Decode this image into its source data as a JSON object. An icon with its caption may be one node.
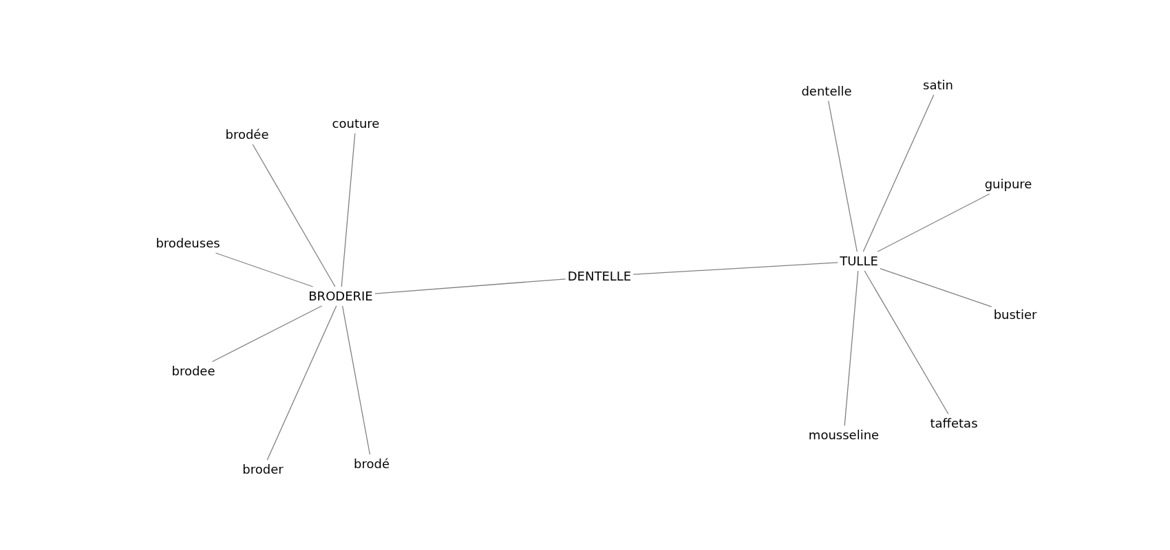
{
  "diagram": {
    "nodes": [
      {
        "text": [
          "DENTELLE"
        ]
      },
      {
        "text": [
          "BRODERIE"
        ]
      },
      {
        "text": [
          "TULLE"
        ]
      },
      {
        "text": [
          "brodée"
        ]
      },
      {
        "text": [
          "couture"
        ]
      },
      {
        "text": [
          "brodeuses"
        ]
      },
      {
        "text": [
          "brodee"
        ]
      },
      {
        "text": [
          "broder"
        ]
      },
      {
        "text": [
          "brodé"
        ]
      },
      {
        "text": [
          "dentelle"
        ]
      },
      {
        "text": [
          "satin"
        ]
      },
      {
        "text": [
          "guipure"
        ]
      },
      {
        "text": [
          "bustier"
        ]
      },
      {
        "text": [
          "taffetas"
        ]
      },
      {
        "text": [
          "mousseline"
        ]
      }
    ],
    "edges": [
      {
        "from": 1,
        "to": 0,
        "arrow": "none"
      },
      {
        "from": 0,
        "to": 2,
        "arrow": "none"
      },
      {
        "from": 1,
        "to": 3,
        "arrow": "none"
      },
      {
        "from": 1,
        "to": 4,
        "arrow": "none"
      },
      {
        "from": 1,
        "to": 5,
        "arrow": "none"
      },
      {
        "from": 1,
        "to": 6,
        "arrow": "none"
      },
      {
        "from": 1,
        "to": 7,
        "arrow": "none"
      },
      {
        "from": 1,
        "to": 8,
        "arrow": "none"
      },
      {
        "from": 2,
        "to": 9,
        "arrow": "none"
      },
      {
        "from": 2,
        "to": 10,
        "arrow": "none"
      },
      {
        "from": 2,
        "to": 11,
        "arrow": "none"
      },
      {
        "from": 2,
        "to": 12,
        "arrow": "none"
      },
      {
        "from": 2,
        "to": 13,
        "arrow": "none"
      },
      {
        "from": 2,
        "to": 14,
        "arrow": "none"
      }
    ]
  }
}
